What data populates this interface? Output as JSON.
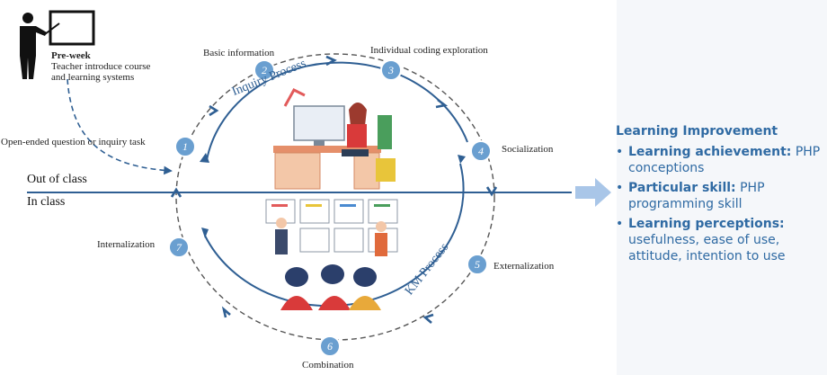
{
  "teacher": {
    "heading": "Pre-week",
    "line1": "Teacher introduce course",
    "line2": "and learning systems"
  },
  "boundary": {
    "out_label": "Out of class",
    "in_label": "In class"
  },
  "processes": {
    "inquiry": "Inquiry Process",
    "km": "KM Process"
  },
  "steps": [
    {
      "num": "1",
      "label": "Open-ended question or inquiry task"
    },
    {
      "num": "2",
      "label": "Basic information"
    },
    {
      "num": "3",
      "label": "Individual coding exploration"
    },
    {
      "num": "4",
      "label": "Socialization"
    },
    {
      "num": "5",
      "label": "Externalization"
    },
    {
      "num": "6",
      "label": "Combination"
    },
    {
      "num": "7",
      "label": "Internalization"
    }
  ],
  "improvement": {
    "title": "Learning Improvement",
    "items": [
      {
        "bold": "Learning achievement:",
        "text": "PHP conceptions"
      },
      {
        "bold": "Particular skill:",
        "text": "PHP programming skill"
      },
      {
        "bold": "Learning perceptions:",
        "text": "usefulness, ease of use, attitude, intention to use"
      }
    ]
  },
  "colors": {
    "line": "#2f5f93",
    "badge": "#6a9fd0",
    "badge_text": "#ffffff",
    "arrow_fill": "#a9c6e8",
    "accent_text": "#2f6aa3"
  },
  "icons": [
    "teacher-board-icon",
    "student-desk-illustration",
    "classroom-group-illustration"
  ]
}
